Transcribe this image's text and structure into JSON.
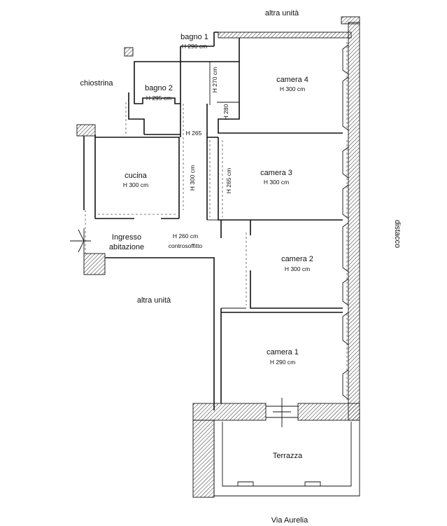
{
  "labels": {
    "altra_unita_top": "altra unità",
    "altra_unita_left": "altra unità",
    "chiostrina": "chiostrina",
    "distacco": "distacco",
    "via": "Via Aurelia",
    "terrazza": "Terrazza",
    "ingresso_1": "Ingresso",
    "ingresso_2": "abitazione",
    "corridor_height": "H 260 cm",
    "controsoffitto": "controsoffitto",
    "h265_top": "H 265",
    "h300_vertical": "H 300 cm",
    "h265_vertical": "H 265 cm",
    "h280_vertical": "H 280",
    "h270_vertical": "H 270 cm"
  },
  "rooms": {
    "bagno1": {
      "name": "bagno 1",
      "height": "H 290 cm"
    },
    "bagno2": {
      "name": "bagno 2",
      "height": "H 295 cm"
    },
    "camera4": {
      "name": "camera 4",
      "height": "H 300 cm"
    },
    "cucina": {
      "name": "cucina",
      "height": "H 300 cm"
    },
    "camera3": {
      "name": "camera 3",
      "height": "H 300 cm"
    },
    "camera2": {
      "name": "camera 2",
      "height": "H 300 cm"
    },
    "camera1": {
      "name": "camera 1",
      "height": "H 290 cm"
    }
  }
}
